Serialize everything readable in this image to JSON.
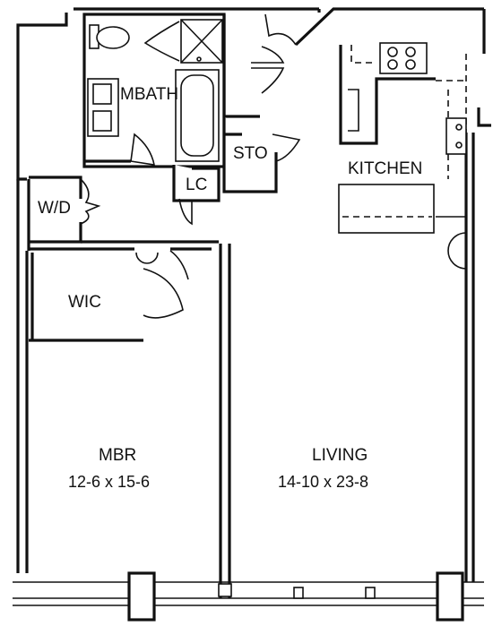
{
  "rooms": {
    "mbath": {
      "name": "MBATH"
    },
    "sto": {
      "name": "STO"
    },
    "lc": {
      "name": "LC"
    },
    "wd": {
      "name": "W/D"
    },
    "kitchen": {
      "name": "KITCHEN"
    },
    "wic": {
      "name": "WIC"
    },
    "mbr": {
      "name": "MBR",
      "dimensions": "12-6 x 15-6"
    },
    "living": {
      "name": "LIVING",
      "dimensions": "14-10 x 23-8"
    }
  },
  "colors": {
    "line": "#111111",
    "background": "#ffffff"
  }
}
